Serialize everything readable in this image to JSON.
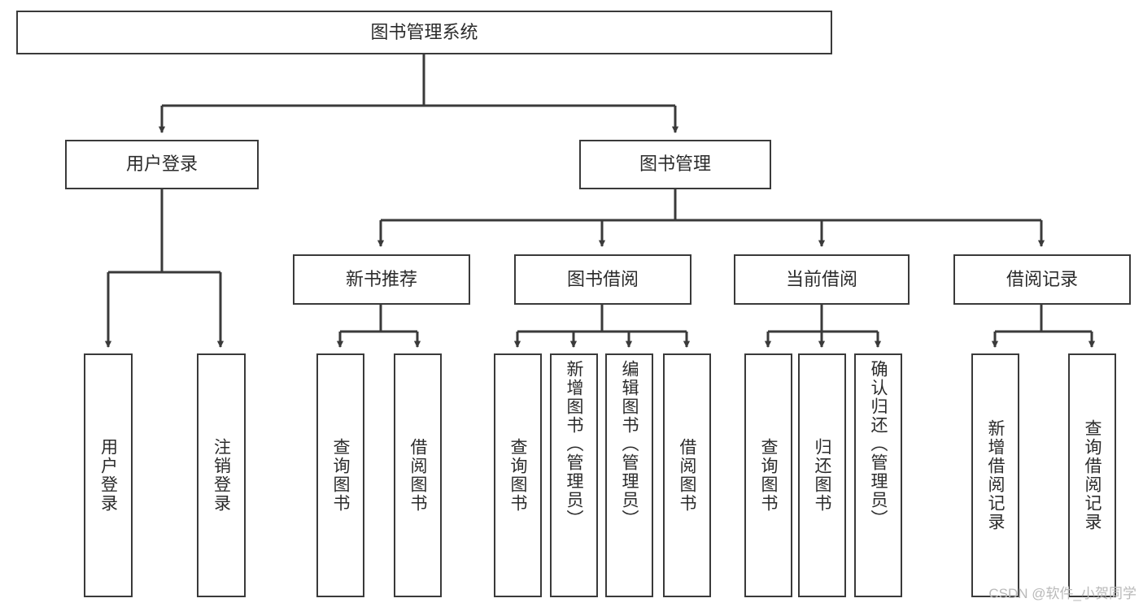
{
  "diagram": {
    "title": "图书管理系统",
    "type": "tree-hierarchy",
    "colors": {
      "stroke": "#3a3a3a",
      "text": "#2b2b2b",
      "background": "#ffffff",
      "watermark": "#b9b9b9"
    },
    "root": {
      "label": "图书管理系统"
    },
    "level2": [
      {
        "label": "用户登录"
      },
      {
        "label": "图书管理"
      }
    ],
    "level3": [
      {
        "label": "新书推荐"
      },
      {
        "label": "图书借阅"
      },
      {
        "label": "当前借阅"
      },
      {
        "label": "借阅记录"
      }
    ],
    "leaves": {
      "user_login": [
        {
          "label": "用户登录"
        },
        {
          "label": "注销登录"
        }
      ],
      "new_book_recommend": [
        {
          "label": "查询图书"
        },
        {
          "label": "借阅图书"
        }
      ],
      "book_borrow": [
        {
          "label": "查询图书"
        },
        {
          "label": "新增图书（管理员）"
        },
        {
          "label": "编辑图书（管理员）"
        },
        {
          "label": "借阅图书"
        }
      ],
      "current_borrow": [
        {
          "label": "查询图书"
        },
        {
          "label": "归还图书"
        },
        {
          "label": "确认归还（管理员）"
        }
      ],
      "borrow_record": [
        {
          "label": "新增借阅记录"
        },
        {
          "label": "查询借阅记录"
        }
      ]
    },
    "watermark": "CSDN @软件_小贺同学"
  }
}
